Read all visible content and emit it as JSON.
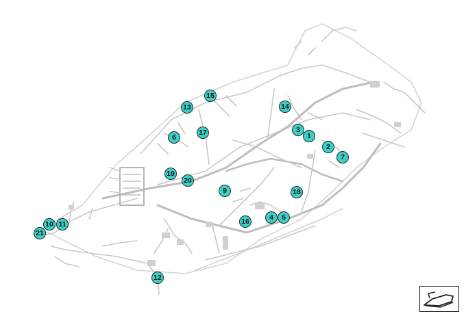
{
  "diagram": {
    "callouts": [
      {
        "id": "c1",
        "label": "1"
      },
      {
        "id": "c2",
        "label": "2"
      },
      {
        "id": "c3",
        "label": "3"
      },
      {
        "id": "c4",
        "label": "4"
      },
      {
        "id": "c5",
        "label": "5"
      },
      {
        "id": "c6",
        "label": "6"
      },
      {
        "id": "c7",
        "label": "7"
      },
      {
        "id": "c9",
        "label": "9"
      },
      {
        "id": "c10",
        "label": "10"
      },
      {
        "id": "c11",
        "label": "11"
      },
      {
        "id": "c12",
        "label": "12"
      },
      {
        "id": "c13",
        "label": "13"
      },
      {
        "id": "c14",
        "label": "14"
      },
      {
        "id": "c15",
        "label": "15"
      },
      {
        "id": "c16",
        "label": "16"
      },
      {
        "id": "c17",
        "label": "17"
      },
      {
        "id": "c18",
        "label": "18"
      },
      {
        "id": "c19",
        "label": "19"
      },
      {
        "id": "c20",
        "label": "20"
      },
      {
        "id": "c21",
        "label": "21"
      }
    ],
    "colors": {
      "callout_fill": "#3ccfc8",
      "callout_border": "#1f2a2a",
      "harness_line": "#c8c8c8",
      "harness_dark": "#a9a9a9"
    },
    "icons": {
      "view_orientation": "vehicle-orientation-icon"
    }
  }
}
